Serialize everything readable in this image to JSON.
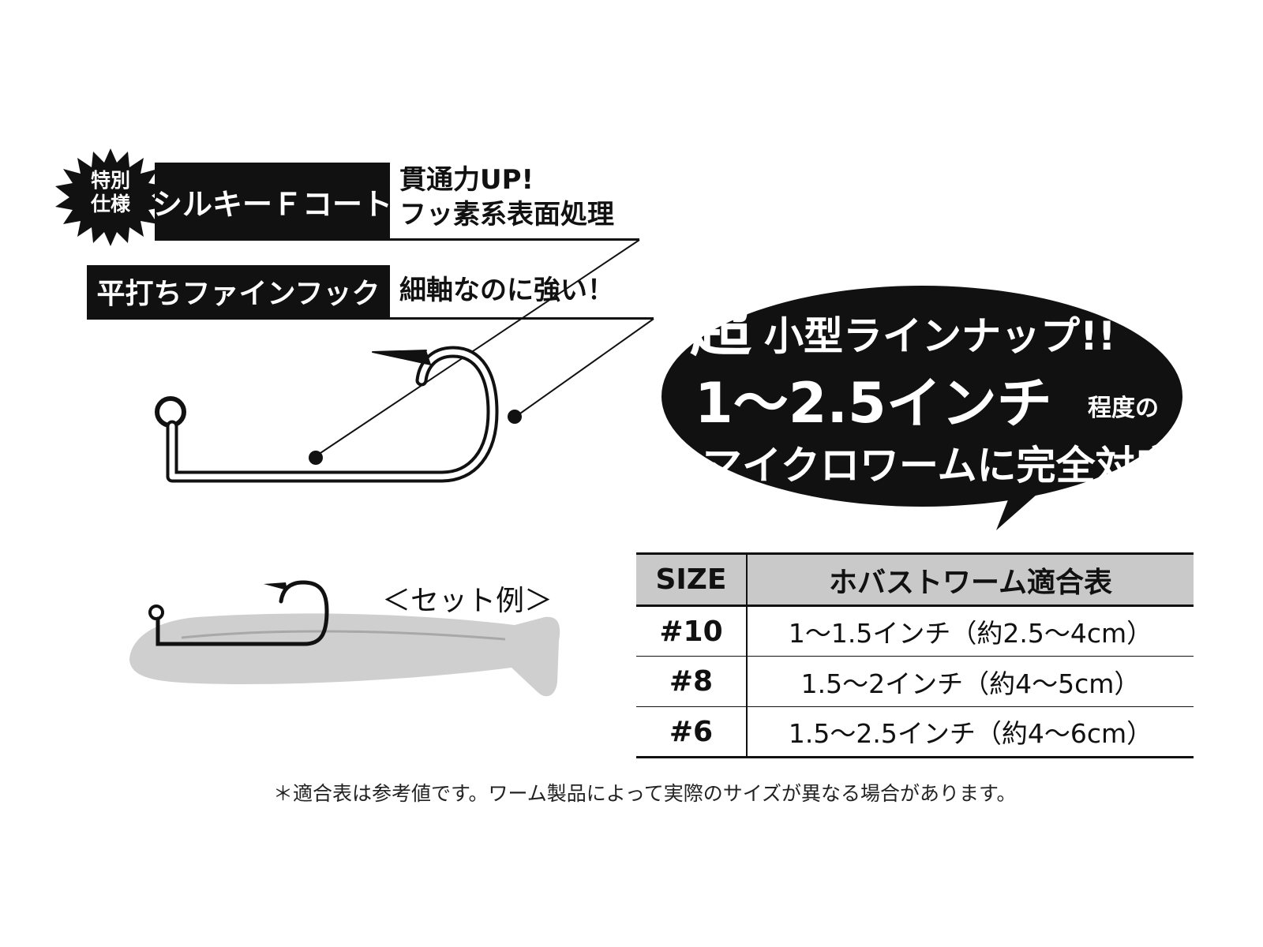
{
  "features": {
    "badge": {
      "line1": "特別",
      "line2": "仕様"
    },
    "silky_coat": {
      "label": "シルキーＦコート",
      "desc_line1": "貫通力UP!",
      "desc_line2": "フッ素系表面処理"
    },
    "hook": {
      "label": "平打ちファインフック",
      "desc": "細軸なのに強い！"
    }
  },
  "bubble": {
    "super": "超",
    "line1": "小型ラインナップ!!",
    "range": "1〜2.5インチ",
    "degree": "程度の",
    "line3": "マイクロワームに完全対応"
  },
  "set_example_label": "＜セット例＞",
  "size_table": {
    "headers": [
      "SIZE",
      "ホバストワーム適合表"
    ],
    "rows": [
      {
        "size": "#10",
        "fit": "1〜1.5インチ（約2.5〜4cm）"
      },
      {
        "size": "#8",
        "fit": "1.5〜2インチ（約4〜5cm）"
      },
      {
        "size": "#6",
        "fit": "1.5〜2.5インチ（約4〜6cm）"
      }
    ]
  },
  "footnote": "＊適合表は参考値です。ワーム製品によって実際のサイズが異なる場合があります。",
  "colors": {
    "ink": "#111111",
    "table_header": "#c9c9c9",
    "worm": "#cfcfcf"
  }
}
